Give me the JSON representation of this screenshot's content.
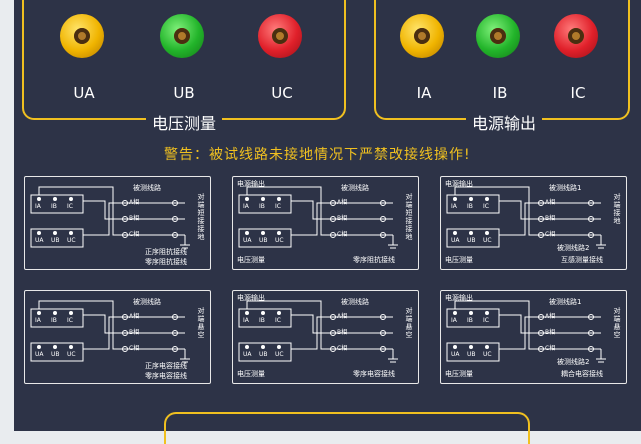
{
  "voltage": {
    "title": "电压测量",
    "jacks": [
      {
        "label": "UA",
        "color": "yellow"
      },
      {
        "label": "UB",
        "color": "green"
      },
      {
        "label": "UC",
        "color": "red"
      }
    ]
  },
  "source": {
    "title": "电源输出",
    "jacks": [
      {
        "label": "IA",
        "color": "yellow"
      },
      {
        "label": "IB",
        "color": "green"
      },
      {
        "label": "IC",
        "color": "red"
      }
    ]
  },
  "warning": "警告：被试线路未接地情况下严禁改接线操作!",
  "diagrams": [
    {
      "header": "",
      "right_top": "被测线路",
      "right_side": "对端短接接地",
      "bottom_left": "",
      "bottom_right": "正序阻抗接线\n零序阻抗接线"
    },
    {
      "header": "电源输出",
      "right_top": "被测线路",
      "right_side": "对端短接接地",
      "bottom_left": "电压测量",
      "bottom_right": "零序阻抗接线"
    },
    {
      "header": "电源输出",
      "right_top": "被测线路1",
      "right_side": "对端接地",
      "bottom_left": "电压测量",
      "bottom_right": "互感测量接线",
      "right_mid": "被测线路2"
    },
    {
      "header": "",
      "right_top": "被测线路",
      "right_side": "对端悬空",
      "bottom_left": "",
      "bottom_right": "正序电容接线\n零序电容接线"
    },
    {
      "header": "电源输出",
      "right_top": "被测线路",
      "right_side": "对端悬空",
      "bottom_left": "电压测量",
      "bottom_right": "零序电容接线"
    },
    {
      "header": "电源输出",
      "right_top": "被测线路1",
      "right_side": "对端悬空",
      "bottom_left": "电压测量",
      "bottom_right": "耦合电容接线",
      "right_mid": "被测线路2"
    }
  ],
  "terminal_labels": {
    "i": [
      "IA",
      "IB",
      "IC"
    ],
    "u": [
      "UA",
      "UB",
      "UC"
    ],
    "phases": [
      "A相",
      "B相",
      "C相"
    ]
  },
  "colors": {
    "panel": "#2d3347",
    "accent": "#f0c020"
  }
}
